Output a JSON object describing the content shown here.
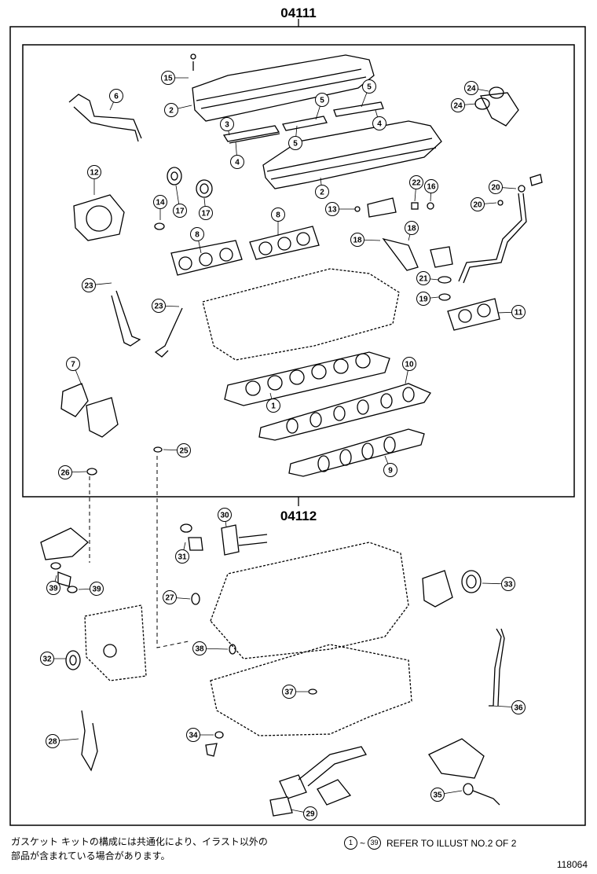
{
  "kits": {
    "upper": "04111",
    "lower": "04112"
  },
  "callouts": [
    "1",
    "2",
    "2",
    "3",
    "4",
    "4",
    "5",
    "5",
    "5",
    "6",
    "7",
    "8",
    "8",
    "9",
    "10",
    "11",
    "12",
    "13",
    "14",
    "15",
    "16",
    "17",
    "17",
    "18",
    "18",
    "19",
    "20",
    "20",
    "21",
    "22",
    "23",
    "23",
    "24",
    "24",
    "25",
    "26",
    "27",
    "28",
    "29",
    "30",
    "31",
    "32",
    "33",
    "34",
    "35",
    "36",
    "37",
    "38",
    "39",
    "39"
  ],
  "notes": {
    "japanese_line1": "ガスケット キットの構成には共通化により、イラスト以外の",
    "japanese_line2": "部品が含まれている場合があります。",
    "ref_start": "1",
    "ref_sep": "~",
    "ref_end": "39",
    "ref_text": "REFER TO ILLUST NO.2 OF 2"
  },
  "figure_number": "118064"
}
